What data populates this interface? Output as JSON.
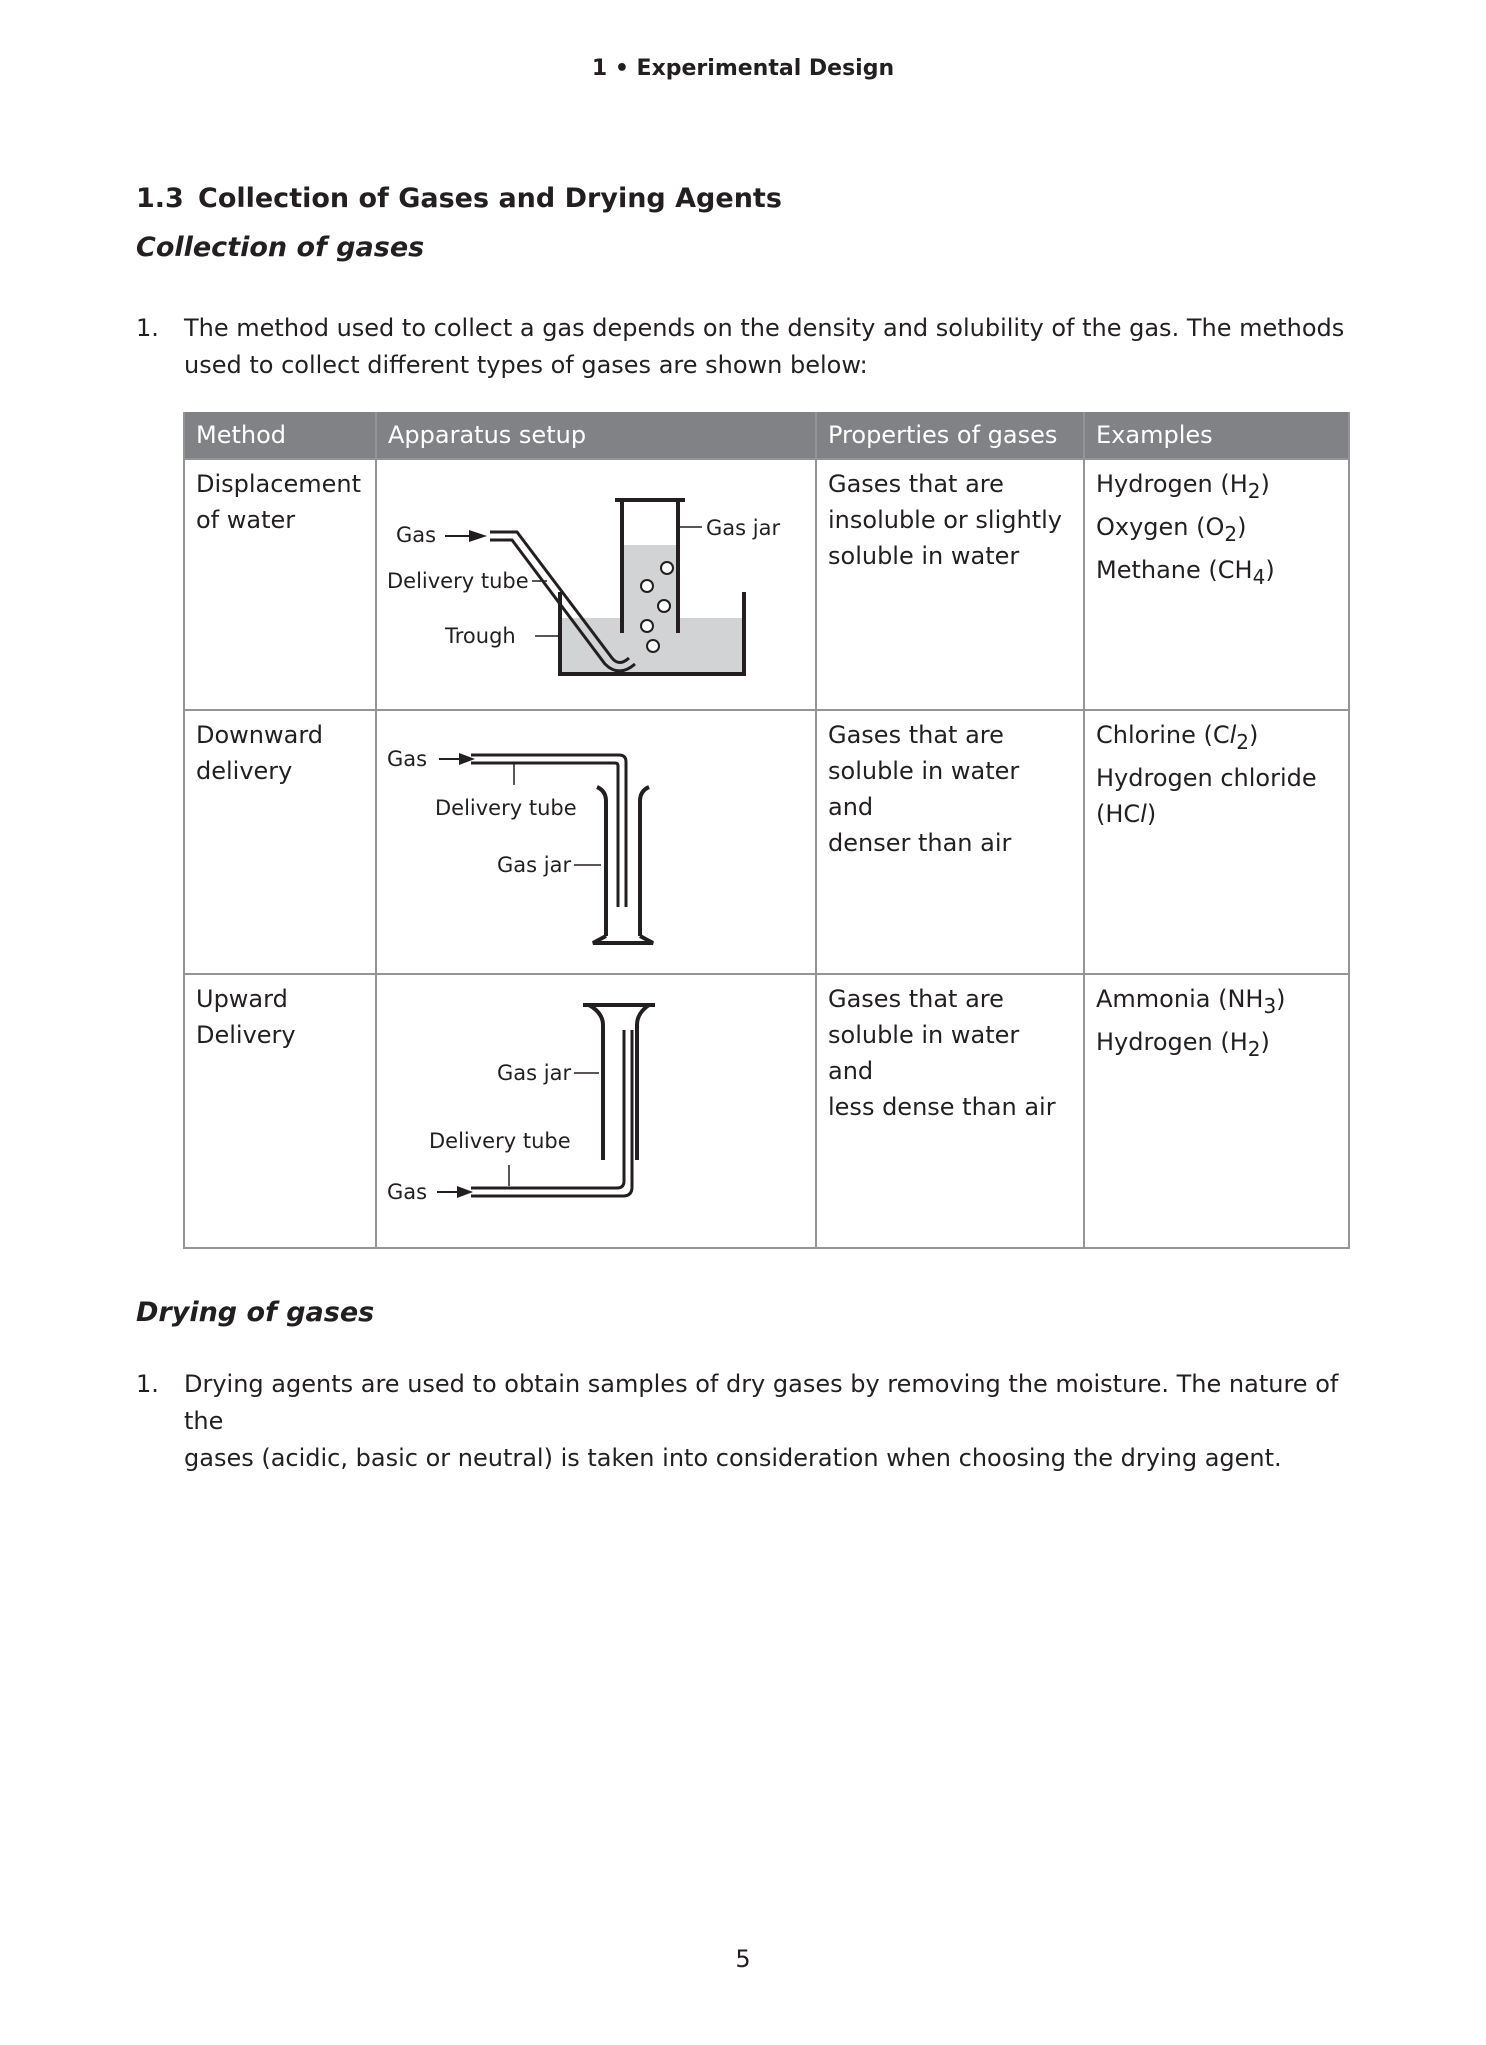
{
  "running_head": "1 • Experimental Design",
  "section": {
    "number": "1.3",
    "title": "Collection of Gases and Drying Agents"
  },
  "collection": {
    "heading": "Collection of gases",
    "item_number": "1.",
    "lines": [
      "The method used to collect a gas depends on the density and solubility of the gas. The methods",
      "used to collect different types of gases are shown below:"
    ]
  },
  "table": {
    "headers": [
      "Method",
      "Apparatus setup",
      "Properties of gases",
      "Examples"
    ],
    "rows": [
      {
        "method": [
          "Displacement",
          "of water"
        ],
        "diagram_labels": {
          "gas": "Gas",
          "gas_jar": "Gas jar",
          "delivery_tube": "Delivery tube",
          "trough": "Trough"
        },
        "properties": [
          "Gases that are",
          "insoluble or slightly",
          "soluble in water"
        ],
        "examples": [
          {
            "pre": "Hydrogen (H",
            "sub": "2",
            "post": ")"
          },
          {
            "pre": "Oxygen (O",
            "sub": "2",
            "post": ")"
          },
          {
            "pre": "Methane (CH",
            "sub": "4",
            "post": ")"
          }
        ]
      },
      {
        "method": [
          "Downward",
          "delivery"
        ],
        "diagram_labels": {
          "gas": "Gas",
          "delivery_tube": "Delivery tube",
          "gas_jar": "Gas jar"
        },
        "properties": [
          "Gases that are",
          "soluble in water and",
          "denser than air"
        ],
        "examples": [
          {
            "pre": "Chlorine (C",
            "ital": "l",
            "sub": "2",
            "post": ")"
          },
          {
            "pre": "Hydrogen chloride",
            "post": ""
          },
          {
            "pre": "(HC",
            "ital": "l",
            "post": ")"
          }
        ]
      },
      {
        "method": [
          "Upward",
          "Delivery"
        ],
        "diagram_labels": {
          "gas_jar": "Gas jar",
          "delivery_tube": "Delivery tube",
          "gas": "Gas"
        },
        "properties": [
          "Gases that are",
          "soluble in water and",
          "less dense than air"
        ],
        "examples": [
          {
            "pre": "Ammonia (NH",
            "sub": "3",
            "post": ")"
          },
          {
            "pre": "Hydrogen (H",
            "sub": "2",
            "post": ")"
          }
        ]
      }
    ]
  },
  "drying": {
    "heading": "Drying of gases",
    "item_number": "1.",
    "lines": [
      "Drying agents are used to obtain samples of dry gases by removing the moisture. The nature of the",
      "gases (acidic, basic or neutral) is taken into consideration when choosing the drying agent."
    ]
  },
  "page_number": "5"
}
